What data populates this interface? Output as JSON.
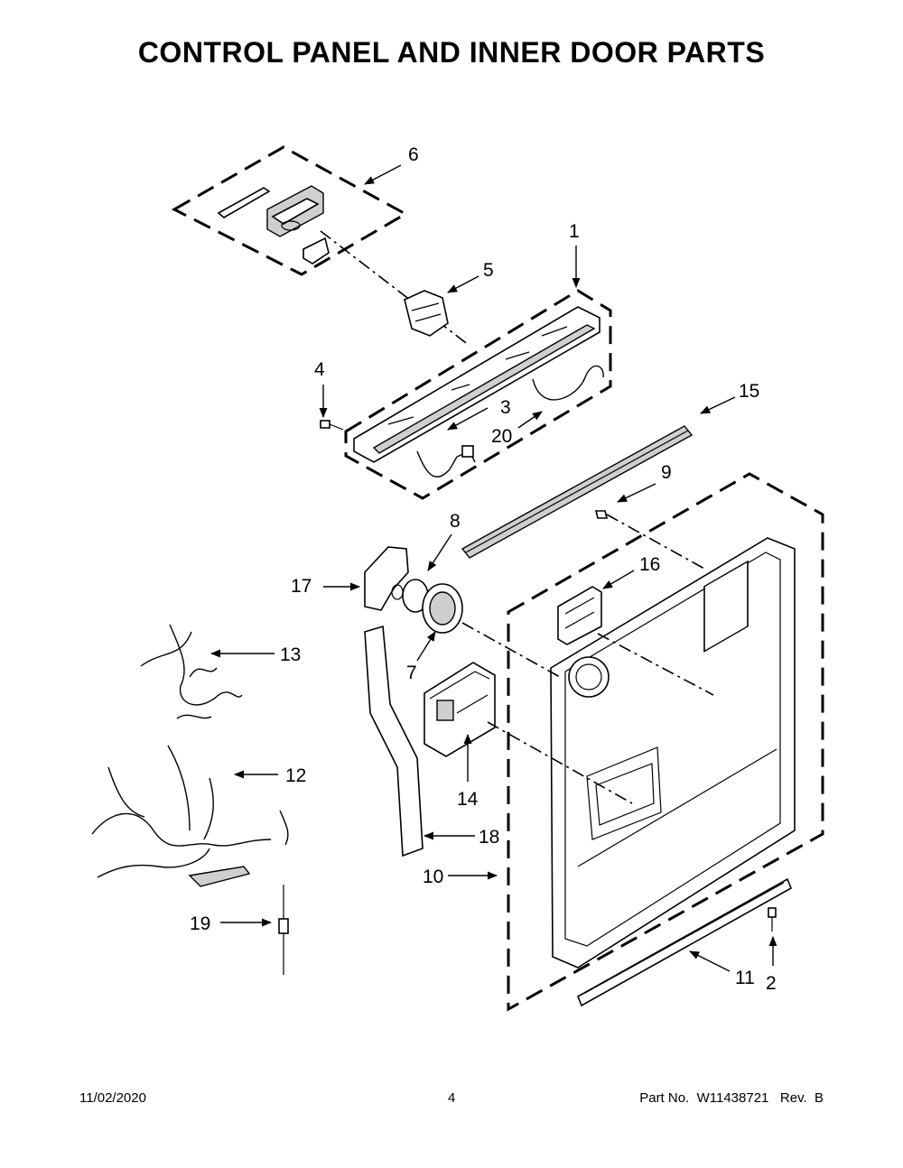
{
  "title": "CONTROL PANEL AND INNER DOOR PARTS",
  "callouts": {
    "c1": "1",
    "c2": "2",
    "c3": "3",
    "c4": "4",
    "c5": "5",
    "c6": "6",
    "c7": "7",
    "c8": "8",
    "c9": "9",
    "c10": "10",
    "c11": "11",
    "c12": "12",
    "c13": "13",
    "c14": "14",
    "c15": "15",
    "c16": "16",
    "c17": "17",
    "c18": "18",
    "c19": "19",
    "c20": "20"
  },
  "footer": {
    "date": "11/02/2020",
    "page": "4",
    "part_label": "Part No.",
    "part_number": "W11438721",
    "rev_label": "Rev.",
    "rev": "B"
  }
}
